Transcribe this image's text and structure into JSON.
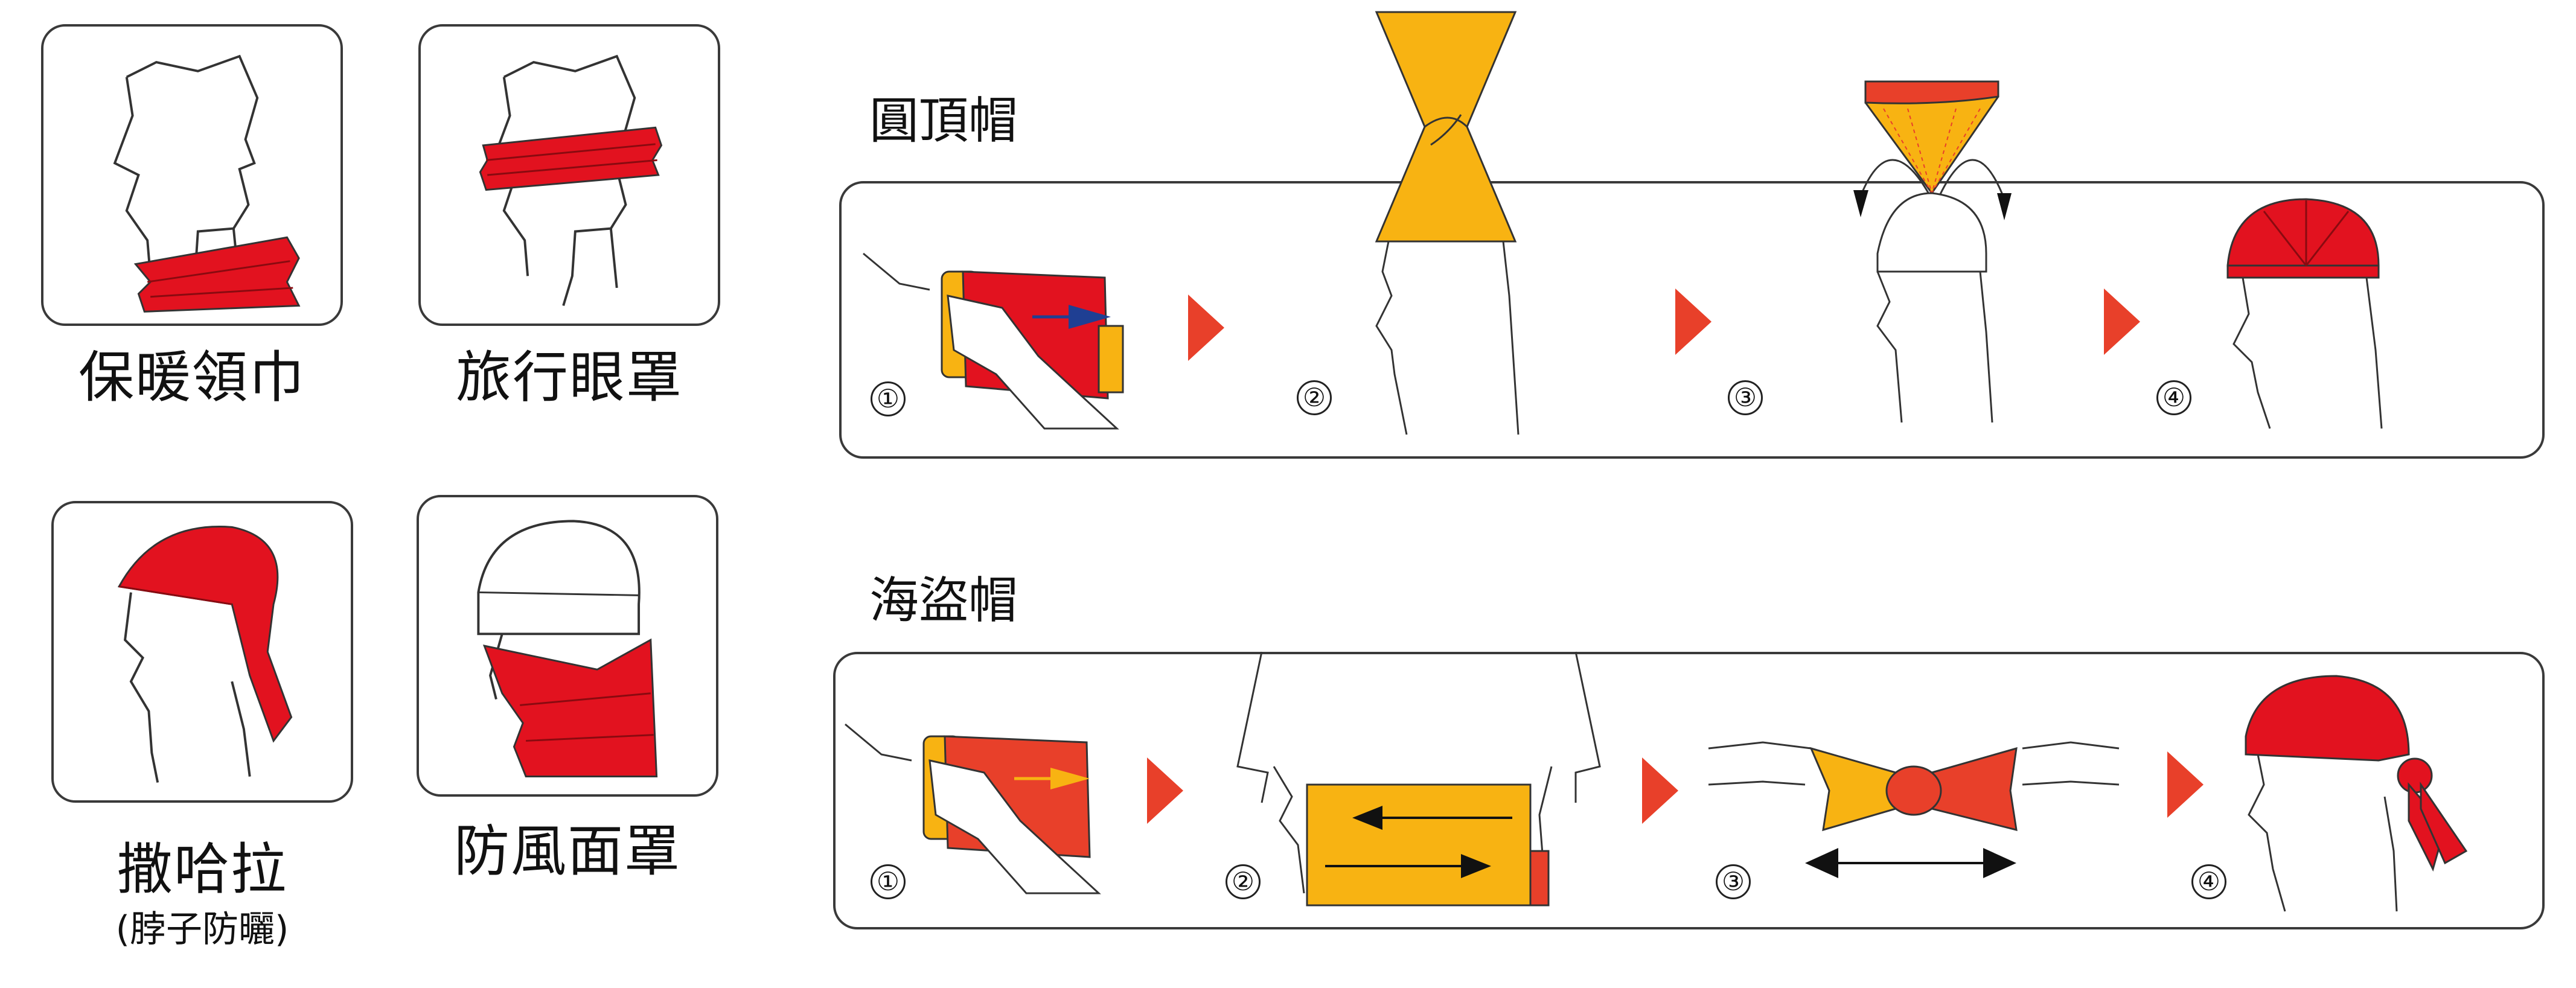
{
  "colors": {
    "red": "#E2121F",
    "yellow": "#F8B312",
    "outline": "#3a3a3a",
    "orange_red": "#E8402A",
    "blue": "#1F3F93"
  },
  "styles": [
    {
      "label": "保暖領巾",
      "sublabel": "",
      "icon": "neck-warmer-icon"
    },
    {
      "label": "旅行眼罩",
      "sublabel": "",
      "icon": "eye-mask-icon"
    },
    {
      "label": "撒哈拉",
      "sublabel": "(脖子防曬)",
      "icon": "sahara-icon"
    },
    {
      "label": "防風面罩",
      "sublabel": "",
      "icon": "face-mask-icon"
    }
  ],
  "sections": {
    "dome_hat": {
      "title": "圓頂帽",
      "steps": [
        "①",
        "②",
        "③",
        "④"
      ]
    },
    "pirate_hat": {
      "title": "海盜帽",
      "steps": [
        "①",
        "②",
        "③",
        "④"
      ]
    }
  }
}
